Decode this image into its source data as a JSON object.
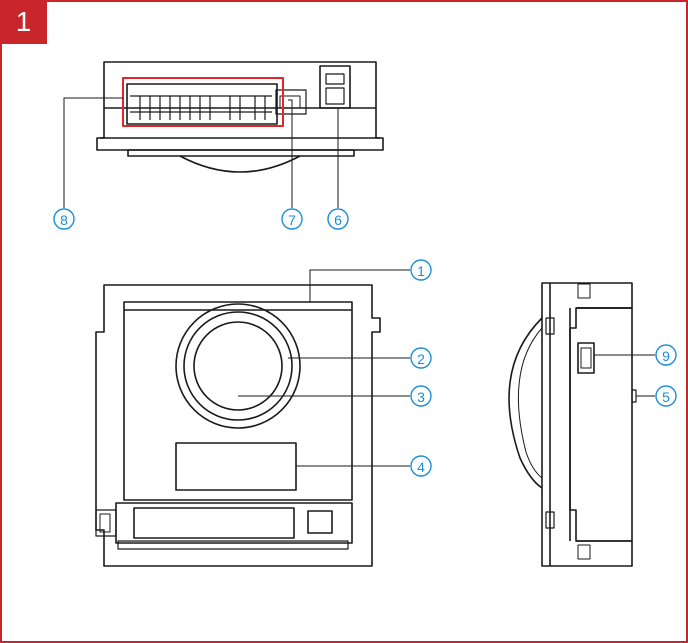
{
  "panel": {
    "number": "1",
    "accent_color": "#c9262b",
    "callout_color": "#1a8fd6"
  },
  "callouts": {
    "c1": "1",
    "c2": "2",
    "c3": "3",
    "c4": "4",
    "c5": "5",
    "c6": "6",
    "c7": "7",
    "c8": "8",
    "c9": "9"
  }
}
